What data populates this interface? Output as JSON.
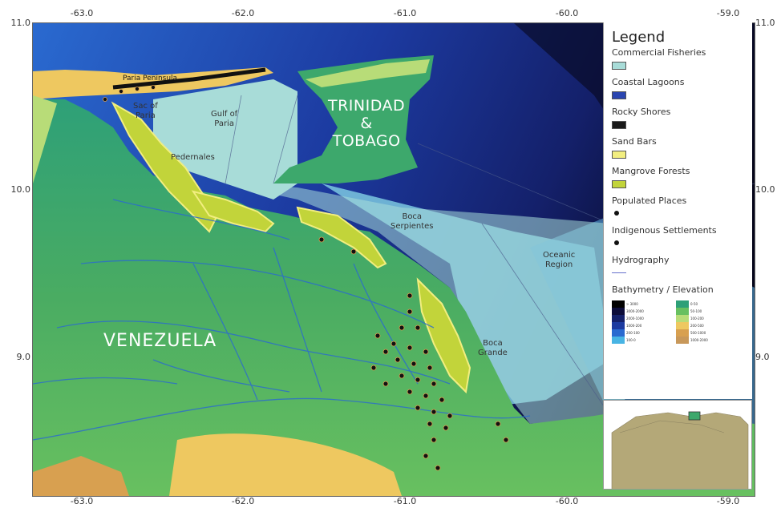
{
  "axes": {
    "longitude_ticks": [
      "-63.0",
      "-62.0",
      "-61.0",
      "-60.0",
      "-59.0"
    ],
    "latitude_ticks": [
      "11.0",
      "10.0",
      "9.0"
    ]
  },
  "places": {
    "trinidad_line1": "TRINIDAD",
    "trinidad_line2": "&",
    "trinidad_line3": "TOBAGO",
    "venezuela": "VENEZUELA",
    "paria_peninsula": "Paria Peninsula",
    "sac_of_paria_1": "Sac of",
    "sac_of_paria_2": "Paria",
    "gulf_of_paria_1": "Gulf of",
    "gulf_of_paria_2": "Paria",
    "pedernales": "Pedernales",
    "boca_serpientes_1": "Boca",
    "boca_serpientes_2": "Serpientes",
    "oceanic_region_1": "Oceanic",
    "oceanic_region_2": "Region",
    "boca_grande_1": "Boca",
    "boca_grande_2": "Grande"
  },
  "legend": {
    "title": "Legend",
    "items": [
      {
        "label": "Commercial Fisheries",
        "kind": "swatch",
        "color": "#a8dcd8"
      },
      {
        "label": "Coastal Lagoons",
        "kind": "swatch",
        "color": "#2a45b0"
      },
      {
        "label": "Rocky Shores",
        "kind": "swatch",
        "color": "#1a1a1a"
      },
      {
        "label": "Sand Bars",
        "kind": "swatch",
        "color": "#f2ee80"
      },
      {
        "label": "Mangrove Forests",
        "kind": "swatch",
        "color": "#c2d43a"
      },
      {
        "label": "Populated Places",
        "kind": "dot",
        "color": "#111111"
      },
      {
        "label": "Indigenous Settlements",
        "kind": "dot",
        "color": "#111111"
      },
      {
        "label": "Hydrography",
        "kind": "line",
        "color": "#6670cc"
      }
    ],
    "bathymetry_title": "Bathymetry / Elevation",
    "sea_ramp": [
      {
        "label": "> 3000",
        "color": "#000000"
      },
      {
        "label": "3000-2000",
        "color": "#0c0c3a"
      },
      {
        "label": "2000-1000",
        "color": "#14206a"
      },
      {
        "label": "1000-200",
        "color": "#1c3aa0"
      },
      {
        "label": "200-100",
        "color": "#2a6ad0"
      },
      {
        "label": "100-0",
        "color": "#48b4e4"
      }
    ],
    "land_ramp": [
      {
        "label": "0-50",
        "color": "#2ea078"
      },
      {
        "label": "50-100",
        "color": "#68c060"
      },
      {
        "label": "100-200",
        "color": "#b8dc78"
      },
      {
        "label": "200-500",
        "color": "#eec860"
      },
      {
        "label": "500-1000",
        "color": "#d8a050"
      },
      {
        "label": "1000-2000",
        "color": "#c8985a"
      }
    ]
  }
}
